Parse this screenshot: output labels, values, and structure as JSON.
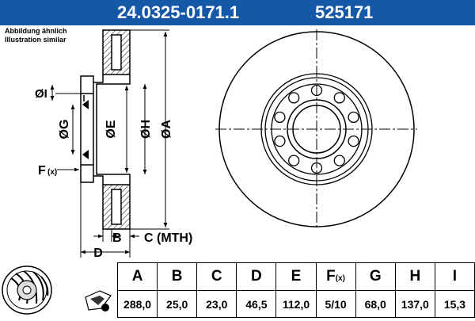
{
  "header": {
    "part_number": "24.0325-0171.1",
    "code": "525171"
  },
  "note": {
    "line1": "Abbildung ähnlich",
    "line2": "Illustration similar"
  },
  "drawing": {
    "labels": {
      "A": "ØA",
      "E": "ØE",
      "G": "ØG",
      "H": "ØH",
      "I": "ØI",
      "F": "F",
      "F_sub": "(x)",
      "B": "B",
      "C": "C (MTH)",
      "D": "D"
    },
    "bolt_holes": 10
  },
  "table": {
    "columns": [
      {
        "key": "A",
        "label": "A",
        "value": "288,0"
      },
      {
        "key": "B",
        "label": "B",
        "value": "25,0"
      },
      {
        "key": "C",
        "label": "C",
        "value": "23,0"
      },
      {
        "key": "D",
        "label": "D",
        "value": "46,5"
      },
      {
        "key": "E",
        "label": "E",
        "value": "112,0"
      },
      {
        "key": "F",
        "label": "F",
        "sub": "(x)",
        "value": "5/10"
      },
      {
        "key": "G",
        "label": "G",
        "value": "68,0"
      },
      {
        "key": "H",
        "label": "H",
        "value": "137,0"
      },
      {
        "key": "I",
        "label": "I",
        "value": "15,3"
      }
    ]
  },
  "colors": {
    "header_bg": "#1558a8",
    "header_text": "#ffffff",
    "line": "#000000"
  }
}
